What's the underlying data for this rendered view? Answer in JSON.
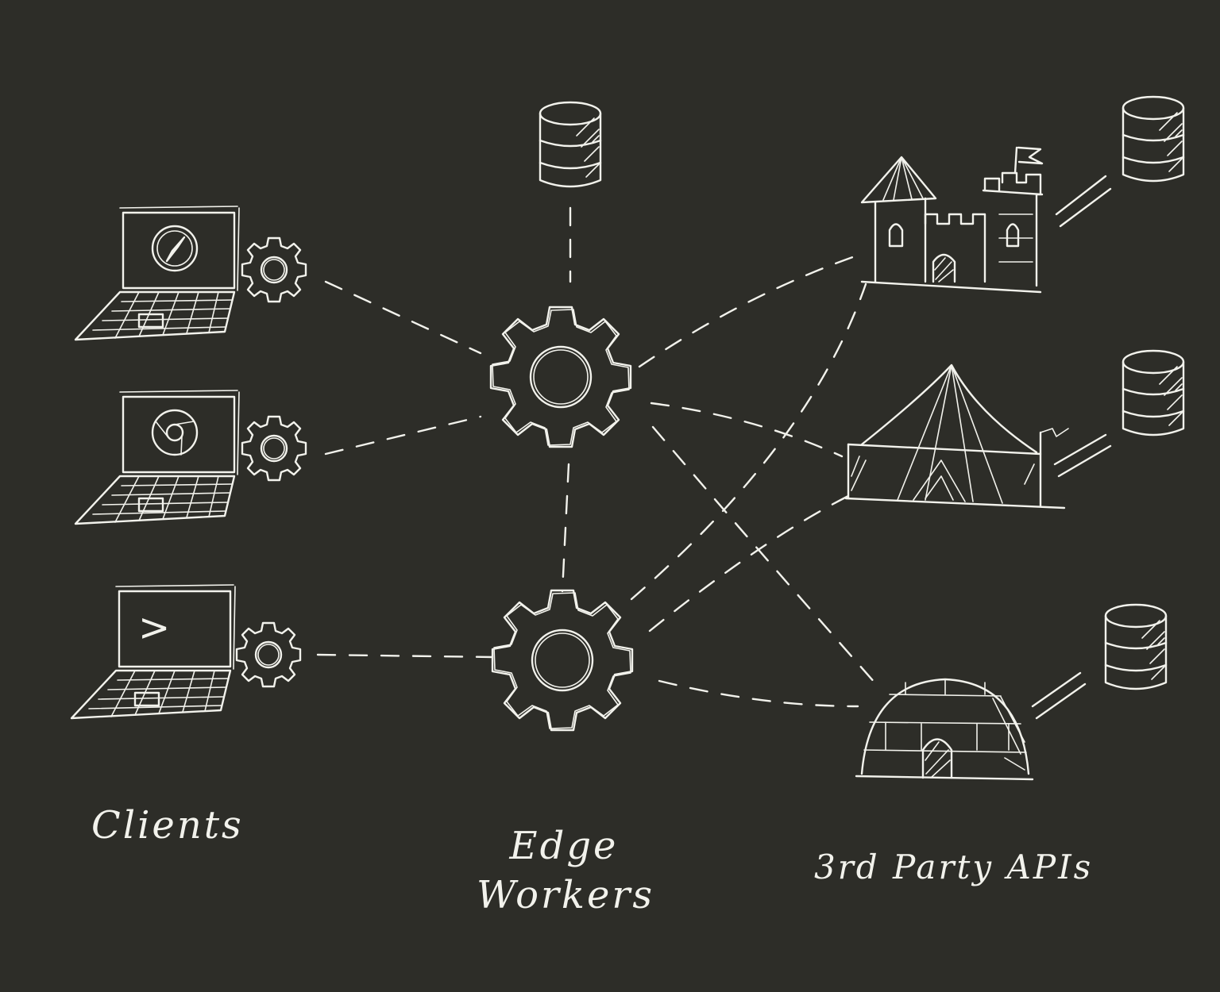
{
  "labels": {
    "clients": "Clients",
    "edge_line1": "Edge",
    "edge_line2": "Workers",
    "apis": "3rd Party APIs"
  },
  "clients": [
    {
      "screen_icon": "compass-icon"
    },
    {
      "screen_icon": "chrome-icon"
    },
    {
      "screen_icon": "terminal-prompt-icon",
      "screen_text": ">"
    }
  ],
  "apis": [
    {
      "icon": "castle-icon"
    },
    {
      "icon": "circus-tent-icon"
    },
    {
      "icon": "igloo-icon"
    }
  ],
  "colors": {
    "background": "#2d2d28",
    "chalk": "#f2f2ec"
  }
}
